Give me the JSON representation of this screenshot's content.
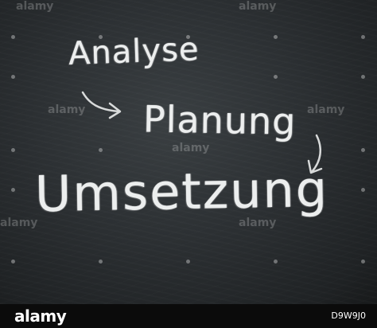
{
  "chalkboard": {
    "words": [
      "Analyse",
      "Planung",
      "Umsetzung"
    ]
  },
  "watermark": {
    "text": "alamy"
  },
  "footer": {
    "brand": "alamy",
    "image_id": "D9W9J0"
  },
  "colors": {
    "board": "#2c3033",
    "chalk": "#eceeee",
    "footer": "#0b0b0b"
  }
}
